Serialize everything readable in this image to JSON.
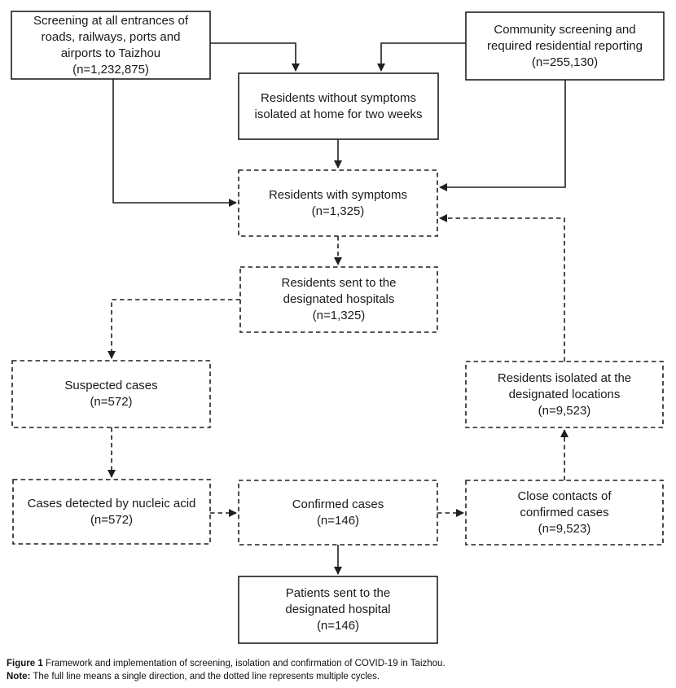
{
  "colors": {
    "line": "#1f1f1f",
    "text": "#1a1a1a",
    "background": "#ffffff"
  },
  "boxes": [
    {
      "id": "entrance-screening",
      "border": "solid",
      "lines": [
        "Screening at all entrances of",
        "roads, railways, ports and",
        "airports to Taizhou",
        "(n=1,232,875)"
      ]
    },
    {
      "id": "community-screening",
      "border": "solid",
      "lines": [
        "Community screening and",
        "required residential reporting",
        "(n=255,130)"
      ]
    },
    {
      "id": "residents-without-symptoms",
      "border": "solid",
      "lines": [
        "Residents without symptoms",
        "isolated at home for two weeks"
      ]
    },
    {
      "id": "residents-with-symptoms",
      "border": "dashed",
      "lines": [
        "Residents with symptoms",
        "(n=1,325)"
      ]
    },
    {
      "id": "residents-sent-hospitals",
      "border": "dashed",
      "lines": [
        "Residents sent to the",
        "designated hospitals",
        "(n=1,325)"
      ]
    },
    {
      "id": "suspected-cases",
      "border": "dashed",
      "lines": [
        "Suspected cases",
        "(n=572)"
      ]
    },
    {
      "id": "residents-isolated-locations",
      "border": "dashed",
      "lines": [
        "Residents isolated at the",
        "designated locations",
        "(n=9,523)"
      ]
    },
    {
      "id": "cases-nucleic-acid",
      "border": "dashed",
      "lines": [
        "Cases detected by nucleic acid",
        "(n=572)"
      ]
    },
    {
      "id": "confirmed-cases",
      "border": "dashed",
      "lines": [
        "Confirmed cases",
        "(n=146)"
      ]
    },
    {
      "id": "close-contacts",
      "border": "dashed",
      "lines": [
        "Close contacts of",
        "confirmed cases",
        "(n=9,523)"
      ]
    },
    {
      "id": "patients-sent-hospital",
      "border": "solid",
      "lines": [
        "Patients sent to the",
        "designated hospital",
        "(n=146)"
      ]
    }
  ],
  "caption": {
    "figure_label": "Figure 1",
    "figure_text": "Framework and implementation of screening, isolation and confirmation of COVID-19 in Taizhou.",
    "note_label": "Note:",
    "note_text": "The full line means a single direction, and the dotted line represents multiple cycles."
  },
  "legend": {
    "full_line_meaning": "a single direction",
    "dotted_line_meaning": "multiple cycles"
  }
}
